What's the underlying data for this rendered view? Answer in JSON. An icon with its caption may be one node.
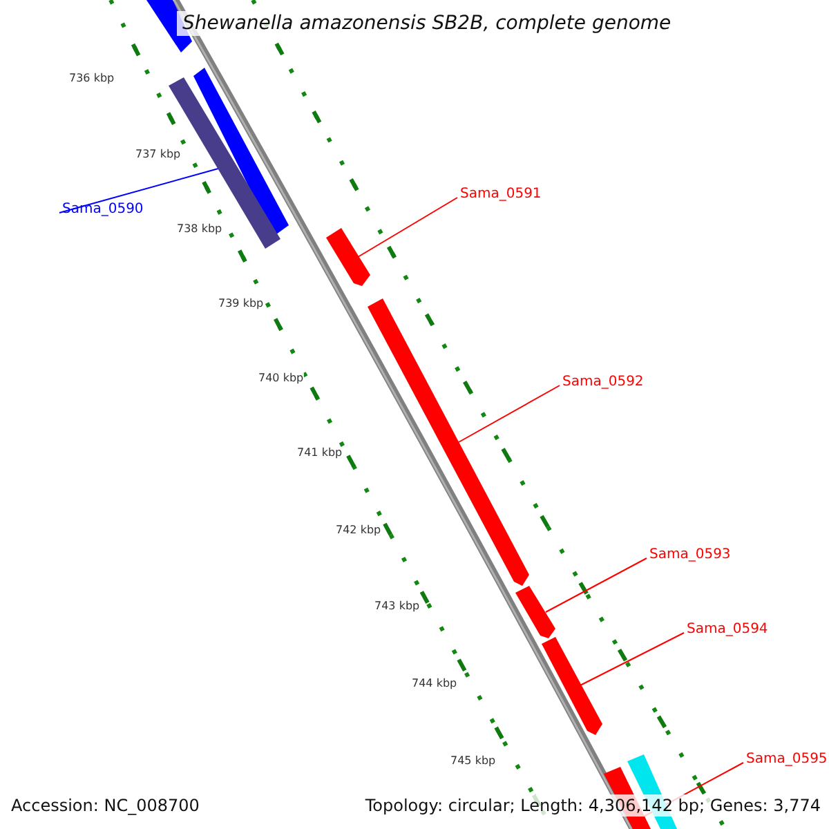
{
  "diagram": {
    "title": "Shewanella amazonensis SB2B, complete genome",
    "nodes": [
      {
        "text": [
          "Sama_0590"
        ]
      },
      {
        "text": [
          "Sama_0591"
        ]
      },
      {
        "text": [
          "Sama_0592"
        ]
      },
      {
        "text": [
          "Sama_0593"
        ]
      },
      {
        "text": [
          "Sama_0594"
        ]
      },
      {
        "text": [
          "Sama_0595"
        ]
      },
      {
        "text": [],
        "shape": "bar"
      },
      {
        "text": [],
        "shape": "bar"
      },
      {
        "text": [],
        "shape": "bar"
      },
      {
        "text": [],
        "shape": "bar"
      },
      {
        "text": [],
        "shape": "bar"
      },
      {
        "text": [],
        "shape": "bar"
      },
      {
        "text": [],
        "shape": "bar"
      },
      {
        "text": [],
        "shape": "bar"
      },
      {
        "text": [],
        "shape": "bar"
      }
    ],
    "edges": [
      {
        "from": 0,
        "to": 8,
        "arrow": "none",
        "color": "#0000ff"
      },
      {
        "from": 1,
        "to": 9,
        "arrow": "none"
      },
      {
        "from": 2,
        "to": 10,
        "arrow": "none"
      },
      {
        "from": 3,
        "to": 11,
        "arrow": "none"
      },
      {
        "from": 4,
        "to": 12,
        "arrow": "none"
      },
      {
        "from": 5,
        "to": 13,
        "arrow": "none"
      }
    ],
    "labels": [
      "736 kbp",
      "737 kbp",
      "738 kbp",
      "739 kbp",
      "740 kbp",
      "741 kbp",
      "742 kbp",
      "743 kbp",
      "744 kbp",
      "745 kbp",
      "Accession: NC_008700",
      "Topology: circular; Length: 4,306,142 bp; Genes: 3,774"
    ]
  }
}
